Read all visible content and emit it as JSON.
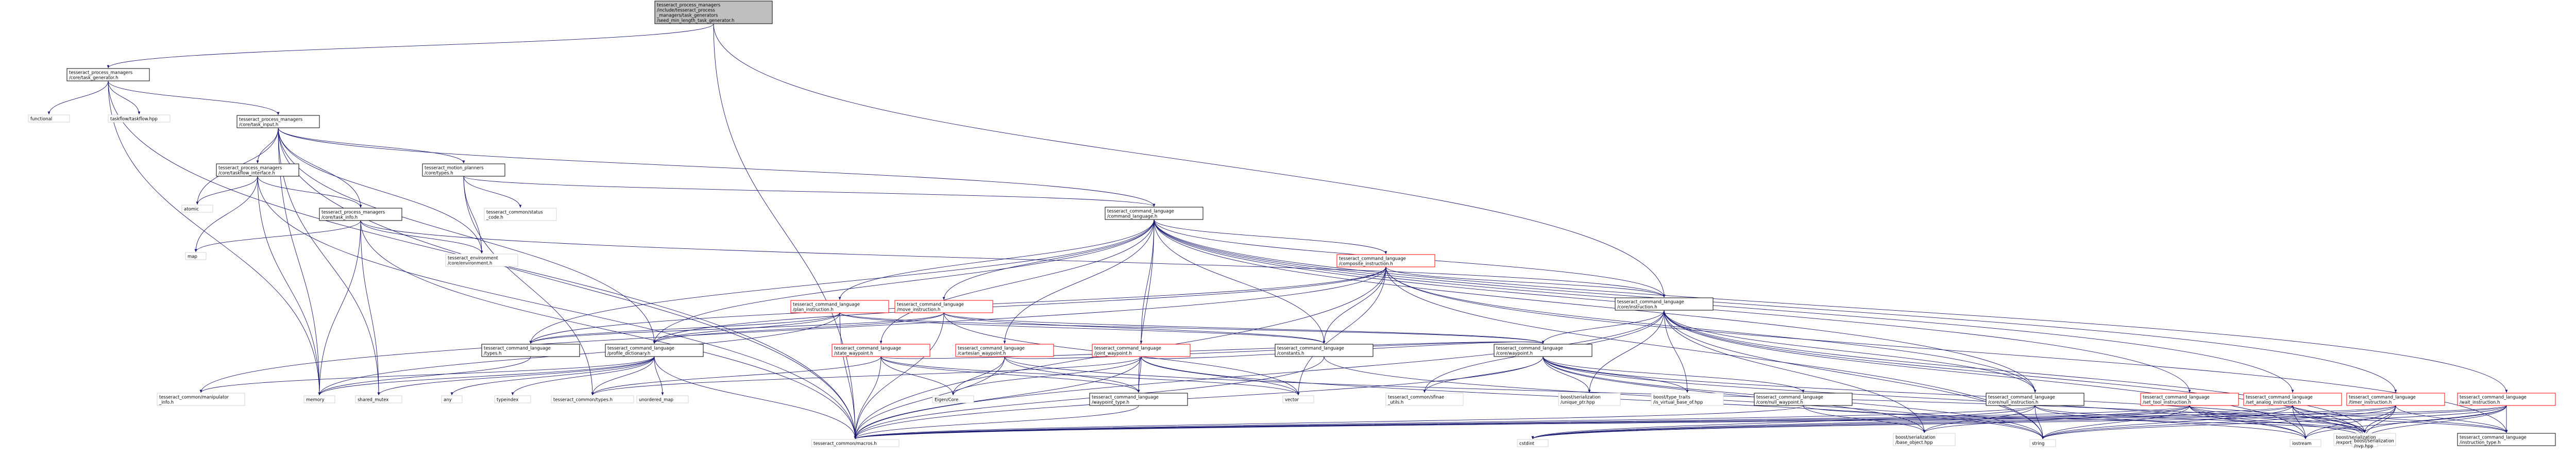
{
  "nodes": [
    {
      "id": "root",
      "label": "tesseract_process_managers\n/include/tesseract_process\n_managers/task_generators\n/seed_min_length_task_generator.h",
      "style": "root"
    },
    {
      "id": "task_generator",
      "label": "tesseract_process_managers\n/core/task_generator.h",
      "style": "box"
    },
    {
      "id": "functional",
      "label": "functional",
      "style": "plain"
    },
    {
      "id": "taskflow",
      "label": "taskflow/taskflow.hpp",
      "style": "plain"
    },
    {
      "id": "task_input",
      "label": "tesseract_process_managers\n/core/task_input.h",
      "style": "box"
    },
    {
      "id": "taskflow_interface",
      "label": "tesseract_process_managers\n/core/taskflow_interface.h",
      "style": "box"
    },
    {
      "id": "motion_types",
      "label": "tesseract_motion_planners\n/core/types.h",
      "style": "box"
    },
    {
      "id": "atomic",
      "label": "atomic",
      "style": "plain"
    },
    {
      "id": "task_info",
      "label": "tesseract_process_managers\n/core/task_info.h",
      "style": "box"
    },
    {
      "id": "status_code",
      "label": "tesseract_common/status\n_code.h",
      "style": "plain"
    },
    {
      "id": "command_language",
      "label": "tesseract_command_language\n/command_language.h",
      "style": "box"
    },
    {
      "id": "map",
      "label": "map",
      "style": "plain"
    },
    {
      "id": "environment",
      "label": "tesseract_environment\n/core/environment.h",
      "style": "plain"
    },
    {
      "id": "composite_instruction",
      "label": "tesseract_command_language\n/composite_instruction.h",
      "style": "red"
    },
    {
      "id": "core_instruction",
      "label": "tesseract_command_language\n/core/instruction.h",
      "style": "box"
    },
    {
      "id": "plan_instruction",
      "label": "tesseract_command_language\n/plan_instruction.h",
      "style": "red"
    },
    {
      "id": "move_instruction",
      "label": "tesseract_command_language\n/move_instruction.h",
      "style": "red"
    },
    {
      "id": "cl_types",
      "label": "tesseract_command_language\n/types.h",
      "style": "box"
    },
    {
      "id": "profile_dictionary",
      "label": "tesseract_command_language\n/profile_dictionary.h",
      "style": "box"
    },
    {
      "id": "constants",
      "label": "tesseract_command_language\n/constants.h",
      "style": "box"
    },
    {
      "id": "core_waypoint",
      "label": "tesseract_command_language\n/core/waypoint.h",
      "style": "box"
    },
    {
      "id": "state_waypoint",
      "label": "tesseract_command_language\n/state_waypoint.h",
      "style": "red"
    },
    {
      "id": "cartesian_waypoint",
      "label": "tesseract_command_language\n/cartesian_waypoint.h",
      "style": "red"
    },
    {
      "id": "joint_waypoint",
      "label": "tesseract_command_language\n/joint_waypoint.h",
      "style": "red"
    },
    {
      "id": "manipulator_info",
      "label": "tesseract_common/manipulator\n_info.h",
      "style": "plain"
    },
    {
      "id": "memory",
      "label": "memory",
      "style": "plain"
    },
    {
      "id": "shared_mutex",
      "label": "shared_mutex",
      "style": "plain"
    },
    {
      "id": "any",
      "label": "any",
      "style": "plain"
    },
    {
      "id": "typeindex",
      "label": "typeindex",
      "style": "plain"
    },
    {
      "id": "common_types",
      "label": "tesseract_common/types.h",
      "style": "plain"
    },
    {
      "id": "unordered_map",
      "label": "unordered_map",
      "style": "plain"
    },
    {
      "id": "eigen",
      "label": "Eigen/Core",
      "style": "plain"
    },
    {
      "id": "waypoint_type",
      "label": "tesseract_command_language\n/waypoint_type.h",
      "style": "box"
    },
    {
      "id": "vector",
      "label": "vector",
      "style": "plain"
    },
    {
      "id": "sfinae",
      "label": "tesseract_common/sfinae\n_utils.h",
      "style": "plain"
    },
    {
      "id": "unique_ptr",
      "label": "boost/serialization\n/unique_ptr.hpp",
      "style": "plain"
    },
    {
      "id": "is_virtual_base_of",
      "label": "boost/type_traits\n/is_virtual_base_of.hpp",
      "style": "plain"
    },
    {
      "id": "null_waypoint",
      "label": "tesseract_command_language\n/core/null_waypoint.h",
      "style": "box"
    },
    {
      "id": "null_instruction",
      "label": "tesseract_command_language\n/core/null_instruction.h",
      "style": "box"
    },
    {
      "id": "set_tool_instruction",
      "label": "tesseract_command_language\n/set_tool_instruction.h",
      "style": "red"
    },
    {
      "id": "set_analog_instruction",
      "label": "tesseract_command_language\n/set_analog_instruction.h",
      "style": "red"
    },
    {
      "id": "timer_instruction",
      "label": "tesseract_command_language\n/timer_instruction.h",
      "style": "red"
    },
    {
      "id": "wait_instruction",
      "label": "tesseract_command_language\n/wait_instruction.h",
      "style": "red"
    },
    {
      "id": "macros",
      "label": "tesseract_common/macros.h",
      "style": "plain"
    },
    {
      "id": "export_h",
      "label": "boost/serialization\n/export.hpp",
      "style": "plain"
    },
    {
      "id": "base_object",
      "label": "boost/serialization\n/base_object.hpp",
      "style": "plain"
    },
    {
      "id": "cstdint",
      "label": "cstdint",
      "style": "plain"
    },
    {
      "id": "string",
      "label": "string",
      "style": "plain"
    },
    {
      "id": "iostream",
      "label": "iostream",
      "style": "plain"
    },
    {
      "id": "nvp",
      "label": "boost/serialization\n/nvp.hpp",
      "style": "plain"
    },
    {
      "id": "instruction_type",
      "label": "tesseract_command_language\n/instruction_type.h",
      "style": "box"
    }
  ],
  "edges": [
    [
      "root",
      "task_generator"
    ],
    [
      "root",
      "macros"
    ],
    [
      "root",
      "core_instruction"
    ],
    [
      "task_generator",
      "functional"
    ],
    [
      "task_generator",
      "taskflow"
    ],
    [
      "task_generator",
      "task_input"
    ],
    [
      "task_generator",
      "memory"
    ],
    [
      "task_generator",
      "macros"
    ],
    [
      "task_input",
      "taskflow_interface"
    ],
    [
      "task_input",
      "motion_types"
    ],
    [
      "task_input",
      "task_info"
    ],
    [
      "task_input",
      "atomic"
    ],
    [
      "task_input",
      "memory"
    ],
    [
      "task_input",
      "shared_mutex"
    ],
    [
      "task_input",
      "profile_dictionary"
    ],
    [
      "task_input",
      "environment"
    ],
    [
      "task_input",
      "command_language"
    ],
    [
      "task_input",
      "macros"
    ],
    [
      "taskflow_interface",
      "atomic"
    ],
    [
      "taskflow_interface",
      "task_info"
    ],
    [
      "taskflow_interface",
      "memory"
    ],
    [
      "taskflow_interface",
      "map"
    ],
    [
      "taskflow_interface",
      "macros"
    ],
    [
      "motion_types",
      "status_code"
    ],
    [
      "motion_types",
      "environment"
    ],
    [
      "motion_types",
      "command_language"
    ],
    [
      "motion_types",
      "common_types"
    ],
    [
      "task_info",
      "map"
    ],
    [
      "task_info",
      "memory"
    ],
    [
      "task_info",
      "shared_mutex"
    ],
    [
      "task_info",
      "environment"
    ],
    [
      "task_info",
      "core_instruction"
    ],
    [
      "task_info",
      "macros"
    ],
    [
      "command_language",
      "composite_instruction"
    ],
    [
      "command_language",
      "plan_instruction"
    ],
    [
      "command_language",
      "move_instruction"
    ],
    [
      "command_language",
      "state_waypoint"
    ],
    [
      "command_language",
      "cartesian_waypoint"
    ],
    [
      "command_language",
      "joint_waypoint"
    ],
    [
      "command_language",
      "constants"
    ],
    [
      "command_language",
      "core_instruction"
    ],
    [
      "command_language",
      "profile_dictionary"
    ],
    [
      "command_language",
      "null_instruction"
    ],
    [
      "command_language",
      "set_tool_instruction"
    ],
    [
      "command_language",
      "set_analog_instruction"
    ],
    [
      "command_language",
      "timer_instruction"
    ],
    [
      "command_language",
      "wait_instruction"
    ],
    [
      "command_language",
      "cl_types"
    ],
    [
      "command_language",
      "waypoint_type"
    ],
    [
      "composite_instruction",
      "core_instruction"
    ],
    [
      "composite_instruction",
      "null_instruction"
    ],
    [
      "composite_instruction",
      "cl_types"
    ],
    [
      "composite_instruction",
      "profile_dictionary"
    ],
    [
      "composite_instruction",
      "constants"
    ],
    [
      "composite_instruction",
      "manipulator_info"
    ],
    [
      "composite_instruction",
      "vector"
    ],
    [
      "composite_instruction",
      "string"
    ],
    [
      "composite_instruction",
      "instruction_type"
    ],
    [
      "composite_instruction",
      "macros"
    ],
    [
      "core_instruction",
      "sfinae"
    ],
    [
      "core_instruction",
      "unique_ptr"
    ],
    [
      "core_instruction",
      "is_virtual_base_of"
    ],
    [
      "core_instruction",
      "null_instruction"
    ],
    [
      "core_instruction",
      "core_waypoint"
    ],
    [
      "core_instruction",
      "macros"
    ],
    [
      "core_instruction",
      "export_h"
    ],
    [
      "core_instruction",
      "base_object"
    ],
    [
      "core_instruction",
      "string"
    ],
    [
      "core_instruction",
      "iostream"
    ],
    [
      "core_instruction",
      "nvp"
    ],
    [
      "plan_instruction",
      "cl_types"
    ],
    [
      "plan_instruction",
      "profile_dictionary"
    ],
    [
      "plan_instruction",
      "constants"
    ],
    [
      "plan_instruction",
      "core_waypoint"
    ],
    [
      "plan_instruction",
      "memory"
    ],
    [
      "plan_instruction",
      "macros"
    ],
    [
      "move_instruction",
      "cl_types"
    ],
    [
      "move_instruction",
      "profile_dictionary"
    ],
    [
      "move_instruction",
      "constants"
    ],
    [
      "move_instruction",
      "vector"
    ],
    [
      "move_instruction",
      "macros"
    ],
    [
      "move_instruction",
      "core_waypoint"
    ],
    [
      "cl_types",
      "memory"
    ],
    [
      "profile_dictionary",
      "any"
    ],
    [
      "profile_dictionary",
      "typeindex"
    ],
    [
      "profile_dictionary",
      "common_types"
    ],
    [
      "profile_dictionary",
      "unordered_map"
    ],
    [
      "profile_dictionary",
      "memory"
    ],
    [
      "profile_dictionary",
      "shared_mutex"
    ],
    [
      "profile_dictionary",
      "manipulator_info"
    ],
    [
      "profile_dictionary",
      "macros"
    ],
    [
      "constants",
      "string"
    ],
    [
      "constants",
      "macros"
    ],
    [
      "core_waypoint",
      "sfinae"
    ],
    [
      "core_waypoint",
      "unique_ptr"
    ],
    [
      "core_waypoint",
      "is_virtual_base_of"
    ],
    [
      "core_waypoint",
      "null_waypoint"
    ],
    [
      "core_waypoint",
      "macros"
    ],
    [
      "core_waypoint",
      "export_h"
    ],
    [
      "core_waypoint",
      "base_object"
    ],
    [
      "core_waypoint",
      "string"
    ],
    [
      "core_waypoint",
      "iostream"
    ],
    [
      "state_waypoint",
      "eigen"
    ],
    [
      "state_waypoint",
      "vector"
    ],
    [
      "state_waypoint",
      "waypoint_type"
    ],
    [
      "state_waypoint",
      "core_waypoint"
    ],
    [
      "state_waypoint",
      "macros"
    ],
    [
      "state_waypoint",
      "common_types"
    ],
    [
      "cartesian_waypoint",
      "eigen"
    ],
    [
      "cartesian_waypoint",
      "waypoint_type"
    ],
    [
      "cartesian_waypoint",
      "core_waypoint"
    ],
    [
      "cartesian_waypoint",
      "macros"
    ],
    [
      "cartesian_waypoint",
      "export_h"
    ],
    [
      "joint_waypoint",
      "eigen"
    ],
    [
      "joint_waypoint",
      "waypoint_type"
    ],
    [
      "joint_waypoint",
      "core_waypoint"
    ],
    [
      "joint_waypoint",
      "vector"
    ],
    [
      "joint_waypoint",
      "macros"
    ],
    [
      "joint_waypoint",
      "string"
    ],
    [
      "joint_waypoint",
      "common_types"
    ],
    [
      "waypoint_type",
      "macros"
    ],
    [
      "null_waypoint",
      "macros"
    ],
    [
      "null_waypoint",
      "export_h"
    ],
    [
      "null_waypoint",
      "base_object"
    ],
    [
      "null_instruction",
      "macros"
    ],
    [
      "null_instruction",
      "export_h"
    ],
    [
      "null_instruction",
      "base_object"
    ],
    [
      "null_instruction",
      "cstdint"
    ],
    [
      "null_instruction",
      "string"
    ],
    [
      "null_instruction",
      "iostream"
    ],
    [
      "set_tool_instruction",
      "macros"
    ],
    [
      "set_tool_instruction",
      "export_h"
    ],
    [
      "set_tool_instruction",
      "base_object"
    ],
    [
      "set_tool_instruction",
      "cstdint"
    ],
    [
      "set_tool_instruction",
      "string"
    ],
    [
      "set_tool_instruction",
      "iostream"
    ],
    [
      "set_tool_instruction",
      "nvp"
    ],
    [
      "set_tool_instruction",
      "instruction_type"
    ],
    [
      "set_analog_instruction",
      "macros"
    ],
    [
      "set_analog_instruction",
      "export_h"
    ],
    [
      "set_analog_instruction",
      "cstdint"
    ],
    [
      "set_analog_instruction",
      "string"
    ],
    [
      "set_analog_instruction",
      "iostream"
    ],
    [
      "set_analog_instruction",
      "nvp"
    ],
    [
      "set_analog_instruction",
      "instruction_type"
    ],
    [
      "timer_instruction",
      "macros"
    ],
    [
      "timer_instruction",
      "export_h"
    ],
    [
      "timer_instruction",
      "cstdint"
    ],
    [
      "timer_instruction",
      "string"
    ],
    [
      "timer_instruction",
      "iostream"
    ],
    [
      "timer_instruction",
      "nvp"
    ],
    [
      "timer_instruction",
      "instruction_type"
    ],
    [
      "wait_instruction",
      "macros"
    ],
    [
      "wait_instruction",
      "export_h"
    ],
    [
      "wait_instruction",
      "cstdint"
    ],
    [
      "wait_instruction",
      "string"
    ],
    [
      "wait_instruction",
      "iostream"
    ],
    [
      "wait_instruction",
      "nvp"
    ],
    [
      "wait_instruction",
      "instruction_type"
    ]
  ],
  "colors": {
    "edge": "#191970",
    "box_border": "#000000",
    "box_fill": "#ffffff",
    "root_fill": "#bfbfbf",
    "red_border": "#ff0000",
    "plain_border": "#d3d3d3"
  }
}
